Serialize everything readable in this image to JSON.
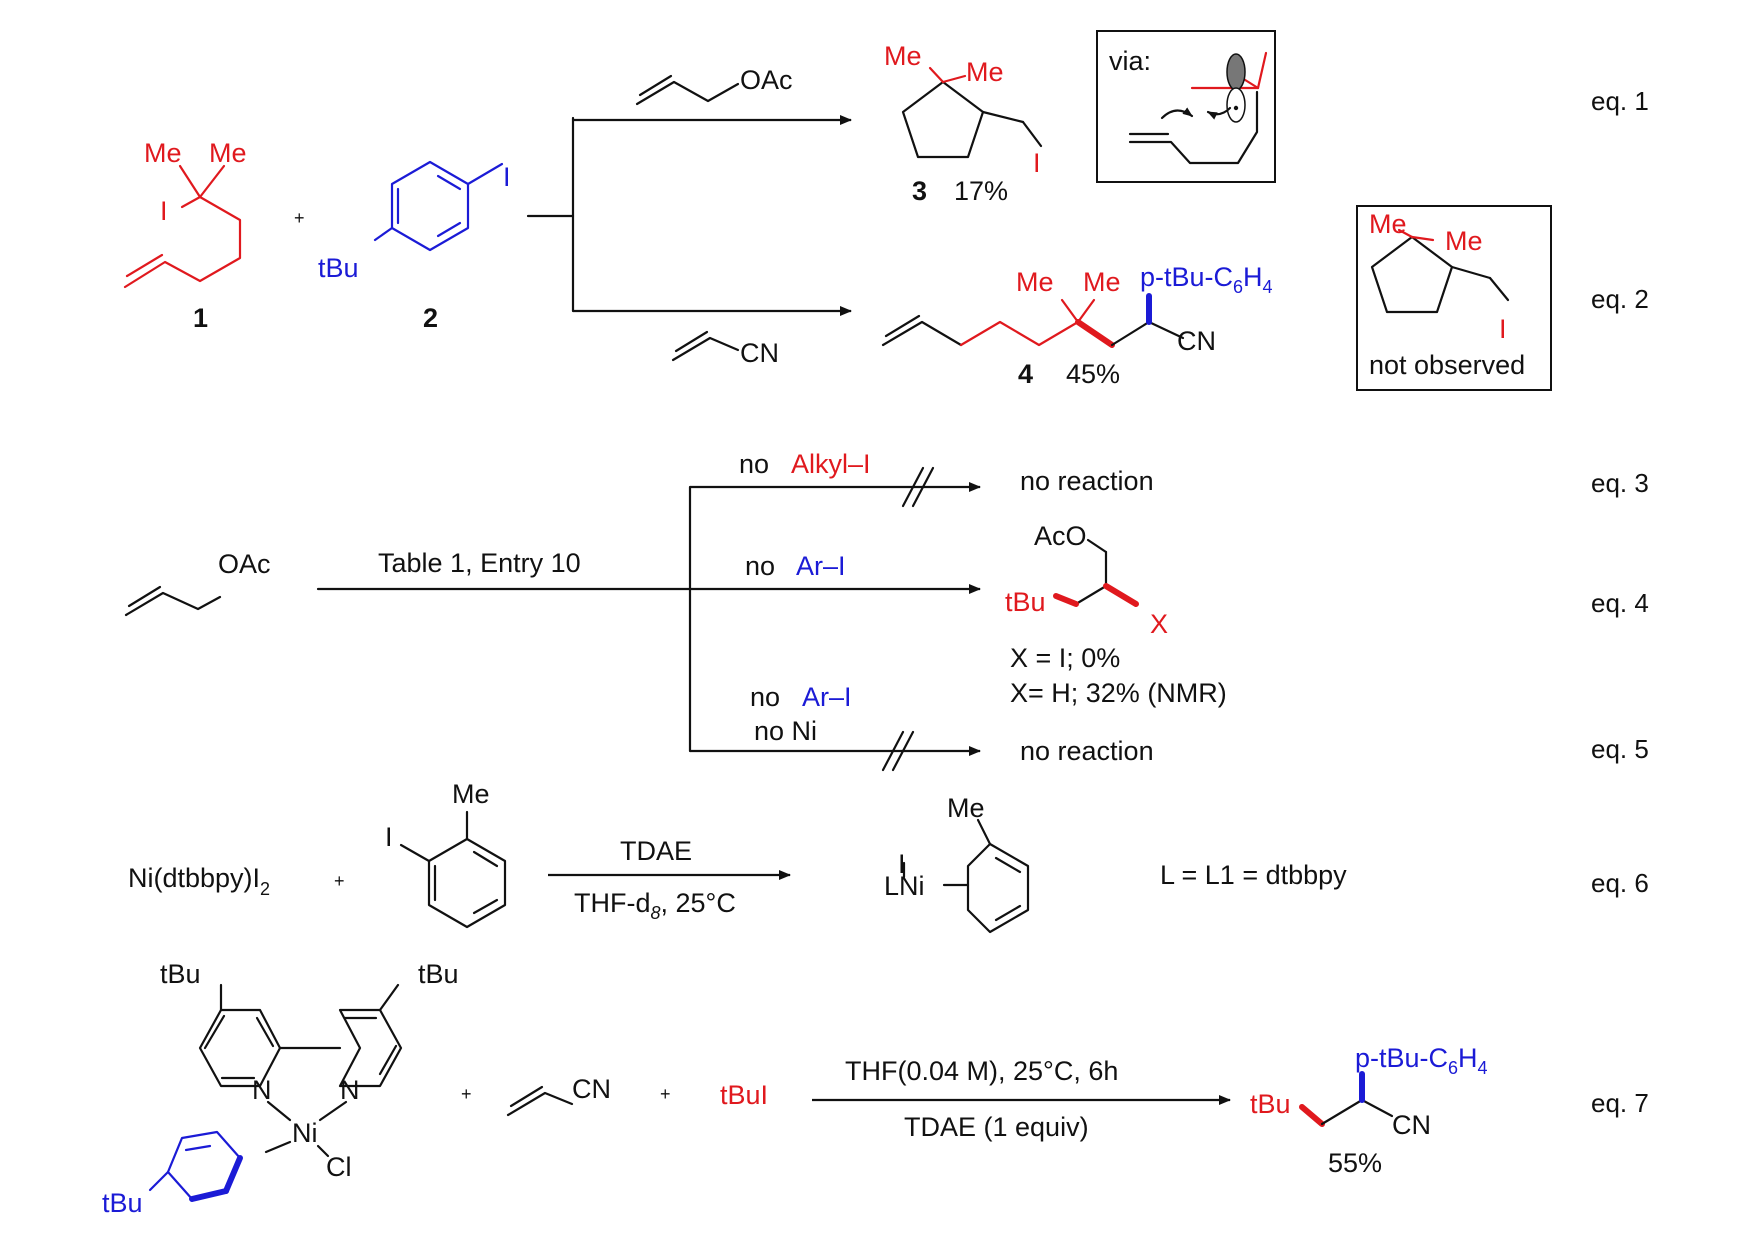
{
  "colors": {
    "substrate_red": "#e0191e",
    "aryl_blue": "#1b1bd6",
    "ink": "#111111"
  },
  "eq_labels": [
    "eq. 1",
    "eq. 2",
    "eq. 3",
    "eq. 4",
    "eq. 5",
    "eq. 6",
    "eq. 7"
  ],
  "row1": {
    "me": "Me",
    "iodo": "I",
    "plus": "+",
    "tbu": "tBu",
    "compound1": "1",
    "compound2": "2",
    "reagent_top": "OAc",
    "reagent_bottom": "CN",
    "product3_num": "3",
    "product3_yield": "17%",
    "via": "via:",
    "p4_aryl_pre": "p-tBu-C",
    "p4_aryl_sub": "6",
    "p4_aryl_post": "H",
    "p4_aryl_sub2": "4",
    "p4_cn": "CN",
    "product4_num": "4",
    "product4_yield": "45%",
    "not_observed": "not observed"
  },
  "controls": {
    "allyl_oac": "OAc",
    "conditions": "Table 1, Entry 10",
    "no": "no",
    "alkyl_i": "Alkyl–I",
    "ar_i": "Ar–I",
    "no_ni": "no Ni",
    "no_reaction": "no reaction",
    "aco": "AcO",
    "tbu": "tBu",
    "x": "X",
    "result_i": "X = I; 0%",
    "result_h": "X= H; 32% (NMR)"
  },
  "eq6": {
    "ni_complex": "Ni(dtbbpy)I",
    "ni_sub": "2",
    "plus": "+",
    "me": "Me",
    "iodo": "I",
    "reagent": "TDAE",
    "solvent_pre": "THF-d",
    "solvent_sub": "8",
    "solvent_post": ", 25°C",
    "lni": "LNi",
    "ligand_def": "L = L1 = dtbbpy"
  },
  "eq7": {
    "tbu": "tBu",
    "n": "N",
    "ni": "Ni",
    "cl": "Cl",
    "plus": "+",
    "cn": "CN",
    "tbui": "tBuI",
    "conditions_top": "THF(0.04 M), 25°C, 6h",
    "conditions_bottom": "TDAE (1 equiv)",
    "aryl_pre": "p-tBu-C",
    "aryl_sub": "6",
    "aryl_post": "H",
    "aryl_sub2": "4",
    "yield": "55%"
  }
}
